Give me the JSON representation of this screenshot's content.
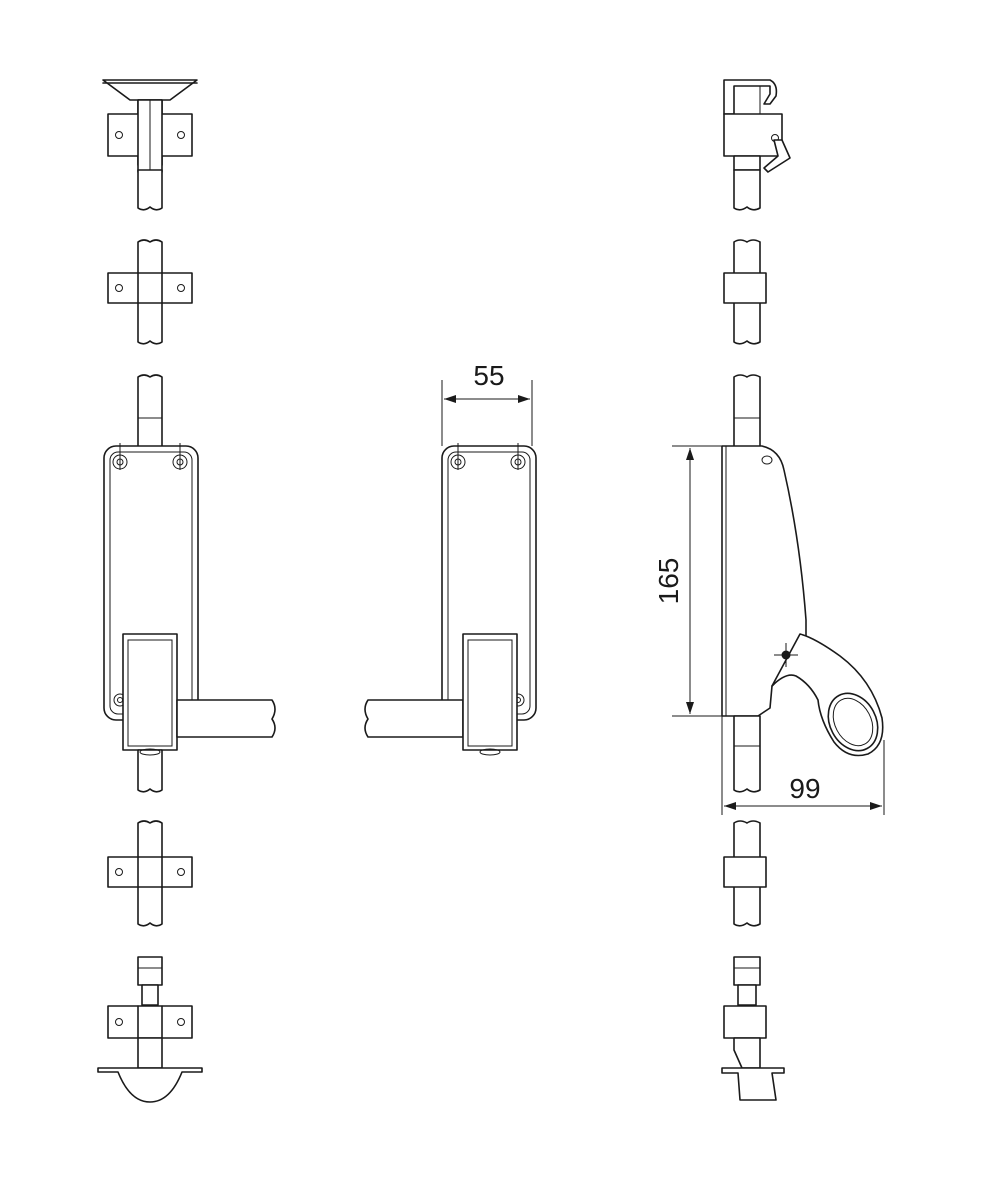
{
  "diagram": {
    "dimensions": {
      "plate_width": "55",
      "body_height": "165",
      "projection": "99"
    },
    "colors": {
      "line": "#1a1a1a",
      "background": "#ffffff"
    }
  }
}
